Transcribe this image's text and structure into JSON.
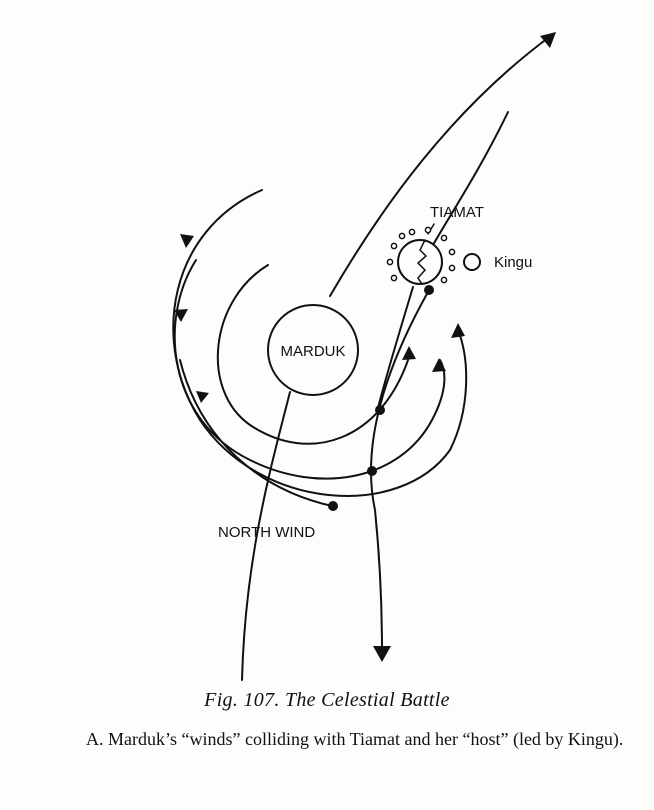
{
  "diagram": {
    "labels": {
      "marduk": "MARDUK",
      "tiamat": "TIAMAT",
      "kingu": "Kingu",
      "north_wind": "NORTH WIND"
    },
    "colors": {
      "ink": "#111111",
      "paper": "#fdfdfb"
    }
  },
  "caption": {
    "title": "Fig. 107. The Celestial Battle",
    "text": "A. Marduk’s “winds” colliding with Tiamat and her “host” (led by Kingu)."
  }
}
